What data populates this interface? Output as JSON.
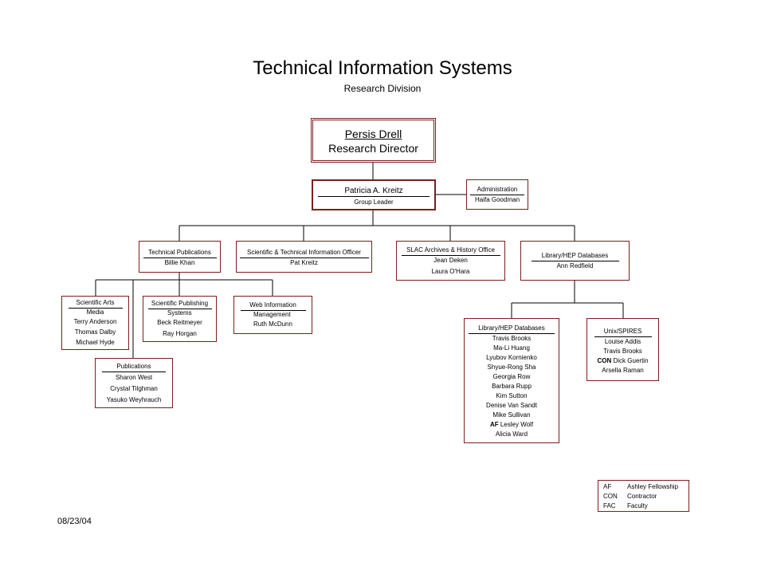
{
  "title": "Technical Information Systems",
  "subtitle": "Research Division",
  "date": "08/23/04",
  "director": {
    "name": "Persis Drell",
    "role": "Research Director"
  },
  "leader": {
    "name": "Patricia A. Kreitz",
    "role": "Group Leader"
  },
  "admin": {
    "header": "Administration",
    "names": [
      "Haifa Goodman"
    ]
  },
  "units": {
    "tech_pubs": {
      "header": "Technical Publications",
      "names": [
        "Billie Khan"
      ]
    },
    "stio": {
      "header": "Scientific & Technical Information Officer",
      "names": [
        "Pat Kreitz"
      ]
    },
    "archives": {
      "header": "SLAC Archives & History Office",
      "names": [
        "Jean Deken",
        "Laura O'Hara"
      ]
    },
    "library": {
      "header": "Library/HEP Databases",
      "names": [
        "Ann Redfield"
      ]
    },
    "sci_arts": {
      "header": "Scientific Arts",
      "sub": "Media",
      "names": [
        "Terry Anderson",
        "Thomas Dalby",
        "Michael Hyde"
      ]
    },
    "sci_pub_sys": {
      "header": "Scientific Publishing",
      "sub": "Systems",
      "names": [
        "Beck Reitmeyer",
        "Ray Horgan"
      ]
    },
    "web_info": {
      "header": "Web Information",
      "sub": "Management",
      "names": [
        "Ruth McDunn"
      ]
    },
    "publications": {
      "header": "Publications",
      "names": [
        "Sharon West",
        "Crystal Tilghman",
        "Yasuko Weyhrauch"
      ]
    },
    "lib_db": {
      "header": "Library/HEP Databases",
      "names": [
        "Travis Brooks",
        "Ma-Li Huang",
        "Lyubov Kornienko",
        "Shyue-Rong Sha",
        "Georgia Row",
        "Barbara Rupp",
        "Kim Sutton",
        "Denise Van Sandt",
        "Mike Sullivan",
        "Lesley Wolf",
        "Alicia Ward"
      ],
      "tag_af": "AF"
    },
    "unix": {
      "header": "Unix/SPIRES",
      "names": [
        "Louise Addis",
        "Travis Brooks",
        "Dick Guertin",
        "Arsella Raman"
      ],
      "tag_con": "CON"
    }
  },
  "legend": [
    {
      "code": "AF",
      "label": "Ashley Fellowship"
    },
    {
      "code": "CON",
      "label": "Contractor"
    },
    {
      "code": "FAC",
      "label": "Faculty"
    }
  ]
}
